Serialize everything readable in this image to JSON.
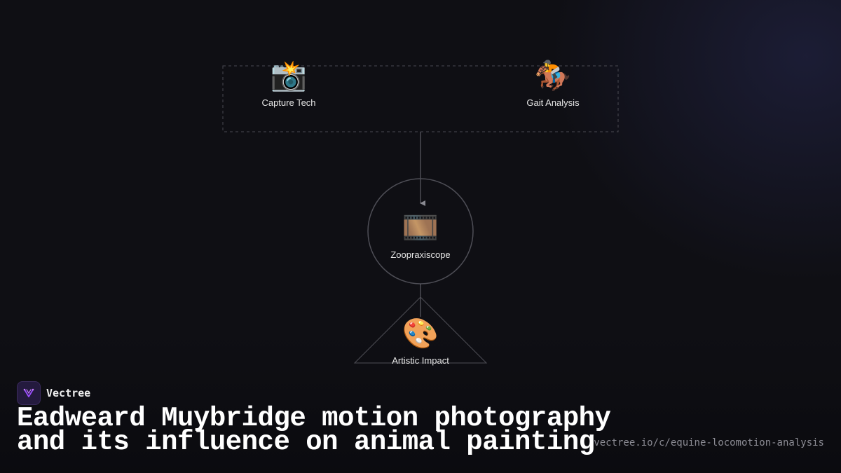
{
  "diagram": {
    "nodes": [
      {
        "id": "capture-tech",
        "label": "Capture Tech",
        "icon": "camera-flash-icon",
        "glyph": "📸"
      },
      {
        "id": "gait-analysis",
        "label": "Gait Analysis",
        "icon": "horse-racing-icon",
        "glyph": "🏇"
      },
      {
        "id": "zoopraxiscope",
        "label": "Zoopraxiscope",
        "icon": "film-frames-icon",
        "glyph": "🎞️"
      },
      {
        "id": "artistic-impact",
        "label": "Artistic Impact",
        "icon": "artist-palette-icon",
        "glyph": "🎨"
      }
    ],
    "edges": [
      {
        "from": "inputs-group",
        "to": "zoopraxiscope"
      },
      {
        "from": "zoopraxiscope",
        "to": "artistic-impact"
      }
    ]
  },
  "brand": {
    "name": "Vectree",
    "logo_color": "#9b4dff"
  },
  "headline": {
    "line1": "Eadweard Muybridge motion photography",
    "line2": "and its influence on animal painting"
  },
  "footer": {
    "url": "vectree.io/c/equine-locomotion-analysis"
  },
  "colors": {
    "background": "#0f0f14",
    "line": "#5a5a62",
    "text": "#ffffff"
  }
}
